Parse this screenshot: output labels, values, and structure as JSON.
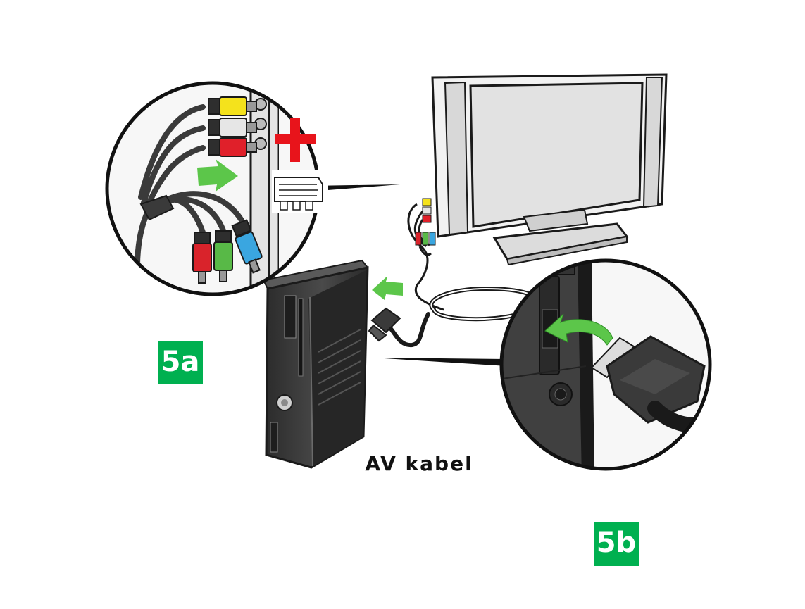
{
  "labels": {
    "step_a": "5a",
    "step_b": "5b",
    "cable": "AV kabel"
  },
  "icons": {
    "plus": "plus-icon",
    "scart": "scart-connector-icon",
    "arrow": "insert-arrow-icon"
  },
  "colors": {
    "badge": "#00b050",
    "plus": "#e8141b",
    "arrow": "#5cc64a",
    "rca_yellow": "#f4e21c",
    "rca_white": "#e6e6e6",
    "rca_red": "#e0202a",
    "component_red": "#d9232b",
    "component_green": "#58b947",
    "component_blue": "#3aa6e0",
    "console": "#3c3c3c",
    "outline": "#1a1a1a"
  }
}
